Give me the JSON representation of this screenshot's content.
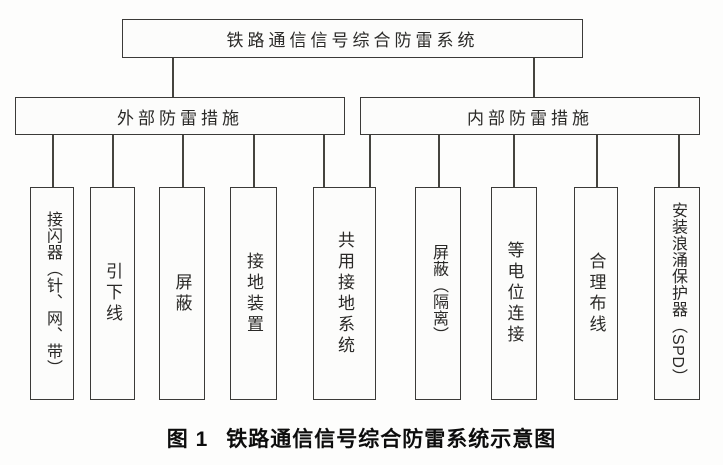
{
  "diagram": {
    "root": "铁路通信信号综合防雷系统",
    "external": {
      "label": "外部防雷措施",
      "children": [
        "接闪器（针、网、带）",
        "引下线",
        "屏蔽",
        "接地装置"
      ]
    },
    "internal": {
      "label": "内部防雷措施",
      "children": [
        "屏蔽（隔离）",
        "等电位连接",
        "合理布线",
        "安装浪涌保护器（SPD）"
      ]
    },
    "shared": "共用接地系统",
    "caption": {
      "fig_no": "图 1",
      "title": "铁路通信信号综合防雷系统示意图"
    }
  },
  "colors": {
    "background": "#fdfdfc",
    "box_border": "#3b3a38",
    "connector": "#45443f",
    "text": "#2a2927",
    "caption_text": "#0d0d0d"
  }
}
